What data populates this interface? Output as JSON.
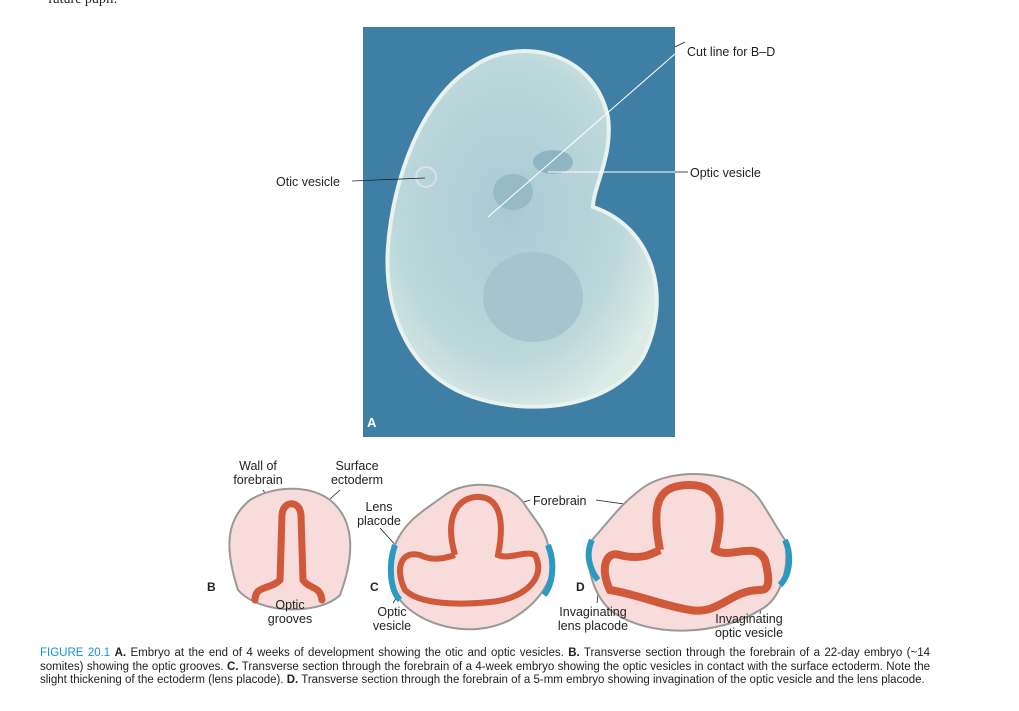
{
  "previous_text": "future pupil.",
  "figure": {
    "photo_panel_letter": "A",
    "labels": {
      "cut_line": "Cut line for B–D",
      "optic_vesicle_a": "Optic vesicle",
      "otic_vesicle": "Otic vesicle",
      "wall_of_forebrain": "Wall of forebrain",
      "surface_ectoderm": "Surface ectoderm",
      "lens_placode": "Lens placode",
      "forebrain": "Forebrain",
      "optic_grooves": "Optic grooves",
      "optic_vesicle_c": "Optic vesicle",
      "invaginating_lens_placode": "Invaginating lens placode",
      "invaginating_optic_vesicle": "Invaginating optic vesicle"
    },
    "panel_letters": {
      "b": "B",
      "c": "C",
      "d": "D"
    },
    "colors": {
      "photo_bg": "#3f7fa6",
      "neural": "#d0593a",
      "mesenchyme": "#f8dcdc",
      "ectoderm": "#2a9ac0"
    }
  },
  "caption": {
    "figure_label": "FIGURE 20.1",
    "a_letter": "A.",
    "a_text": " Embryo at the end of 4 weeks of development showing the otic and optic vesicles. ",
    "b_letter": "B.",
    "b_text": " Transverse section through the forebrain of a 22-day embryo (~14 somites) showing the optic grooves. ",
    "c_letter": "C.",
    "c_text": " Transverse section through the forebrain of a 4-week embryo showing the optic vesicles in contact with the surface ectoderm. Note the slight thickening of the ectoderm (lens placode). ",
    "d_letter": "D.",
    "d_text": " Transverse section through the forebrain of a 5-mm embryo showing invagination of the optic vesicle and the lens placode."
  }
}
